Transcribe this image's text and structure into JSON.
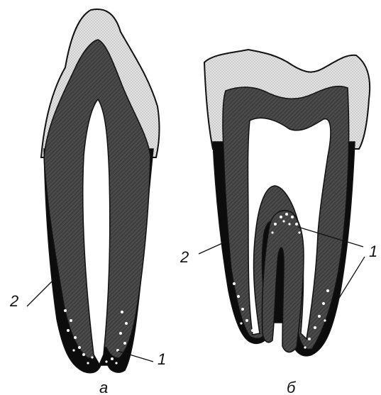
{
  "diagram": {
    "labels": {
      "cementum_left": "2",
      "cellular_cementum_left": "1",
      "cementum_right": "2",
      "cellular_cementum_right": "1"
    },
    "captions": {
      "left": "а",
      "right": "б"
    }
  }
}
